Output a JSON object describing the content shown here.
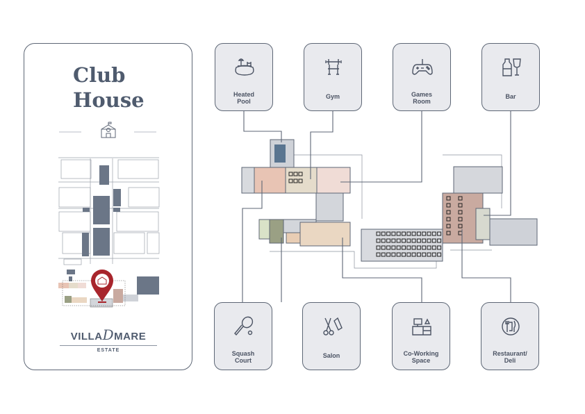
{
  "title": {
    "line1": "Club",
    "line2": "House"
  },
  "logo": {
    "main_left": "VILLA",
    "main_script": "D",
    "main_right": "MARE",
    "sub": "ESTATE"
  },
  "amenities_top": [
    {
      "label": "Heated\nPool",
      "icon": "pool-icon"
    },
    {
      "label": "Gym",
      "icon": "dumbbell-icon"
    },
    {
      "label": "Games\nRoom",
      "icon": "gamepad-icon"
    },
    {
      "label": "Bar",
      "icon": "wine-bottle-glass-icon"
    }
  ],
  "amenities_bottom": [
    {
      "label": "Squash\nCourt",
      "icon": "racket-icon"
    },
    {
      "label": "Salon",
      "icon": "scissors-comb-icon"
    },
    {
      "label": "Co-Working\nSpace",
      "icon": "desk-computer-icon"
    },
    {
      "label": "Restaurant/\nDeli",
      "icon": "plate-cutlery-icon"
    }
  ],
  "colors": {
    "ink": "#4f5b6e",
    "pin": "#a8252c",
    "card_bg": "#e9eaee"
  }
}
